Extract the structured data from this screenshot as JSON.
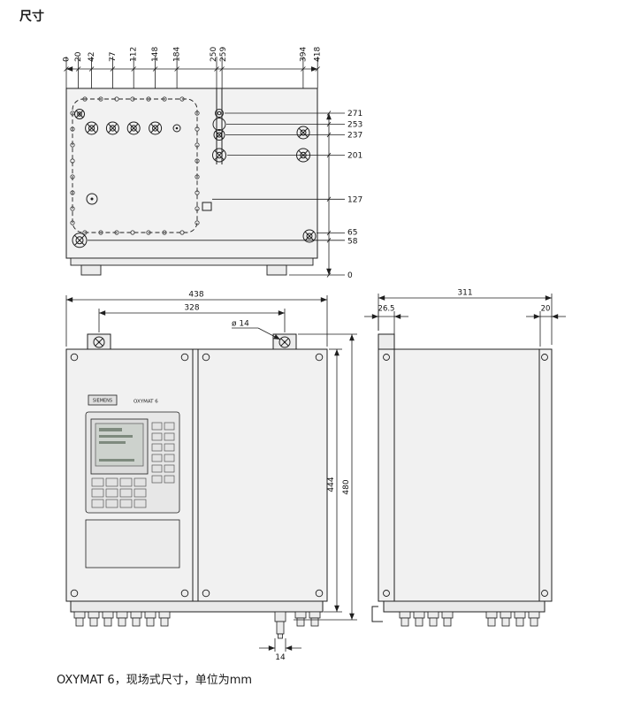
{
  "page": {
    "title": "尺寸",
    "caption": "OXYMAT 6，现场式尺寸，单位为mm"
  },
  "top_view": {
    "x_dims": [
      "0",
      "20",
      "42",
      "77",
      "112",
      "148",
      "184",
      "250",
      "259",
      "394",
      "418"
    ],
    "y_dims": [
      "271",
      "253",
      "237",
      "201",
      "127",
      "65",
      "58",
      "0"
    ]
  },
  "front_view": {
    "dim_width_outer": "438",
    "dim_width_holes": "328",
    "dim_hole": "ø 14",
    "dim_height_inner": "444",
    "dim_height_outer": "480",
    "dim_bottom_fitting": "14",
    "brand": "SIEMENS",
    "model": "OXYMAT 6"
  },
  "side_view": {
    "dim_depth": "311",
    "dim_bracket": "26.5",
    "dim_rear": "20"
  }
}
